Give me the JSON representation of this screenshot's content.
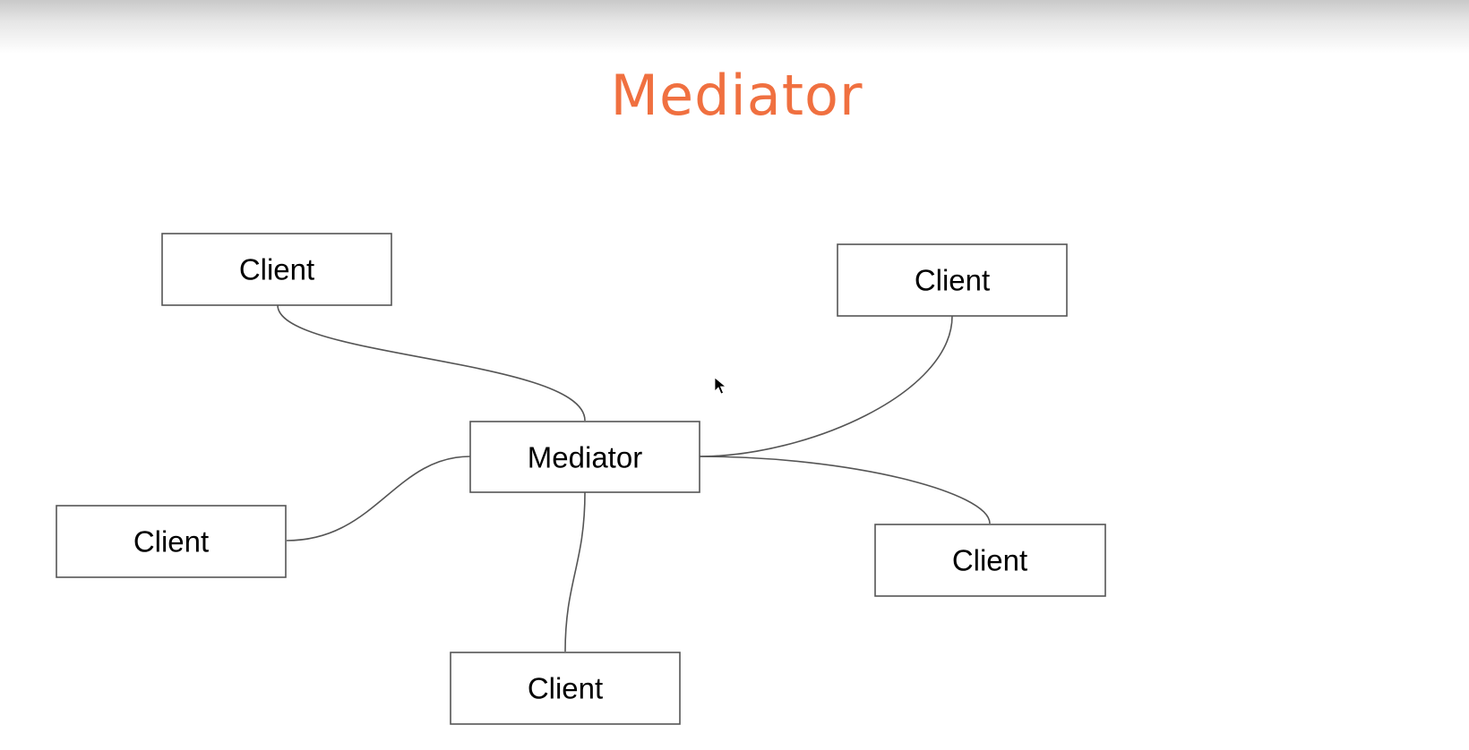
{
  "title": "Mediator",
  "colors": {
    "title": "#f07040",
    "stroke": "#555555",
    "text": "#000000"
  },
  "nodes": {
    "mediator": "Mediator",
    "client_top_left": "Client",
    "client_top_right": "Client",
    "client_left": "Client",
    "client_right": "Client",
    "client_bottom": "Client"
  },
  "edges": [
    {
      "from": "mediator",
      "to": "client_top_left"
    },
    {
      "from": "mediator",
      "to": "client_top_right"
    },
    {
      "from": "mediator",
      "to": "client_left"
    },
    {
      "from": "mediator",
      "to": "client_right"
    },
    {
      "from": "mediator",
      "to": "client_bottom"
    }
  ],
  "icons": {
    "cursor": "mouse-pointer-icon"
  }
}
